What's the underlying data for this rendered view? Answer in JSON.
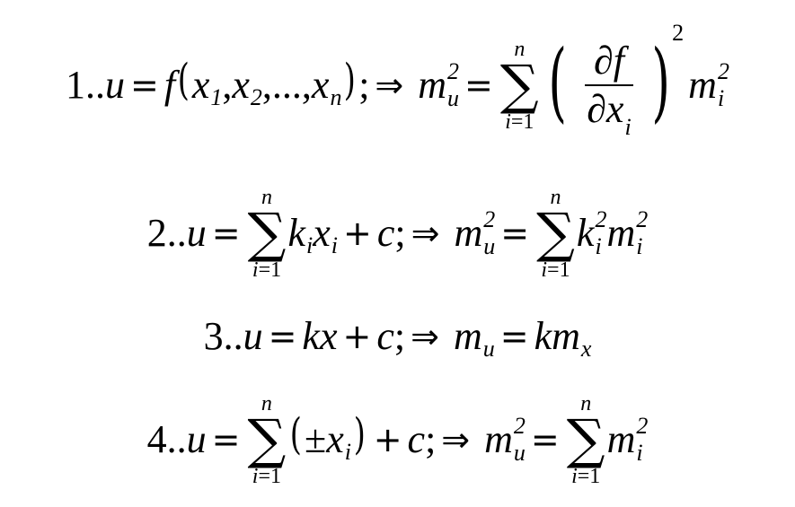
{
  "equations": [
    {
      "number": "1",
      "lhs_var": "u",
      "func": "f",
      "args": [
        "x",
        "x",
        "x"
      ],
      "arg_subs": [
        "1",
        "2",
        "n"
      ],
      "ellipsis": "...",
      "result_var": "m",
      "result_sub": "u",
      "result_exp": "2",
      "sum_upper": "n",
      "sum_lower_var": "i",
      "sum_lower_val": "1",
      "partial_num": "∂f",
      "partial_den": "∂x",
      "partial_den_sub": "i",
      "paren_exp": "2",
      "tail_var": "m",
      "tail_sub": "i",
      "tail_exp": "2"
    },
    {
      "number": "2",
      "lhs_var": "u",
      "sum_upper": "n",
      "sum_lower_var": "i",
      "sum_lower_val": "1",
      "coef": "k",
      "coef_sub": "i",
      "var": "x",
      "var_sub": "i",
      "const": "c",
      "result_var": "m",
      "result_sub": "u",
      "result_exp": "2",
      "rhs_coef": "k",
      "rhs_coef_sub": "i",
      "rhs_coef_exp": "2",
      "rhs_var": "m",
      "rhs_var_sub": "i",
      "rhs_var_exp": "2"
    },
    {
      "number": "3",
      "lhs_var": "u",
      "coef": "k",
      "var": "x",
      "const": "c",
      "result_var": "m",
      "result_sub": "u",
      "rhs_coef": "k",
      "rhs_var": "m",
      "rhs_var_sub": "x"
    },
    {
      "number": "4",
      "lhs_var": "u",
      "sum_upper": "n",
      "sum_lower_var": "i",
      "sum_lower_val": "1",
      "pm": "±",
      "var": "x",
      "var_sub": "i",
      "const": "c",
      "result_var": "m",
      "result_sub": "u",
      "result_exp": "2",
      "rhs_var": "m",
      "rhs_var_sub": "i",
      "rhs_var_exp": "2"
    }
  ],
  "symbols": {
    "number_suffix": "..",
    "equals": "=",
    "plus": "+",
    "comma": ",",
    "semicolon": ";",
    "implies": "⇒",
    "sum": "∑",
    "lower_eq": "=",
    "paren_open": "(",
    "paren_close": ")"
  }
}
